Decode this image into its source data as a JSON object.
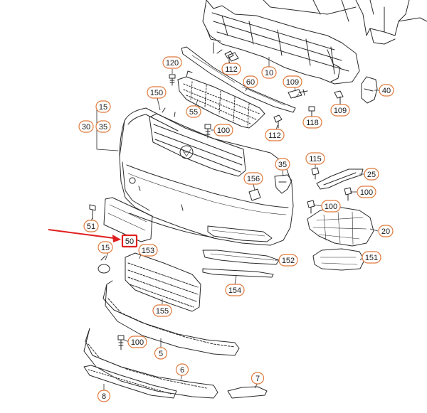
{
  "colors": {
    "callout_stroke": "#e07a3c",
    "highlight": "#e02020",
    "line": "#2a2a2a",
    "background": "#ffffff"
  },
  "parts": [
    {
      "id": "part-10",
      "label": "10"
    },
    {
      "id": "part-40",
      "label": "40"
    },
    {
      "id": "part-60",
      "label": "60"
    },
    {
      "id": "part-55",
      "label": "55"
    },
    {
      "id": "part-109a",
      "label": "109"
    },
    {
      "id": "part-109b",
      "label": "109"
    },
    {
      "id": "part-112a",
      "label": "112"
    },
    {
      "id": "part-112b",
      "label": "112"
    },
    {
      "id": "part-118",
      "label": "118"
    },
    {
      "id": "part-120",
      "label": "120"
    },
    {
      "id": "part-150",
      "label": "150"
    },
    {
      "id": "part-15a",
      "label": "15"
    },
    {
      "id": "part-30",
      "label": "30"
    },
    {
      "id": "part-35a",
      "label": "35"
    },
    {
      "id": "part-100a",
      "label": "100"
    },
    {
      "id": "part-35b",
      "label": "35"
    },
    {
      "id": "part-156",
      "label": "156"
    },
    {
      "id": "part-115",
      "label": "115"
    },
    {
      "id": "part-25",
      "label": "25"
    },
    {
      "id": "part-100b",
      "label": "100"
    },
    {
      "id": "part-100c",
      "label": "100"
    },
    {
      "id": "part-20",
      "label": "20"
    },
    {
      "id": "part-51",
      "label": "51"
    },
    {
      "id": "part-50",
      "label": "50"
    },
    {
      "id": "part-15b",
      "label": "15"
    },
    {
      "id": "part-153",
      "label": "153"
    },
    {
      "id": "part-152",
      "label": "152"
    },
    {
      "id": "part-151",
      "label": "151"
    },
    {
      "id": "part-154",
      "label": "154"
    },
    {
      "id": "part-155",
      "label": "155"
    },
    {
      "id": "part-100d",
      "label": "100"
    },
    {
      "id": "part-5",
      "label": "5"
    },
    {
      "id": "part-6",
      "label": "6"
    },
    {
      "id": "part-7",
      "label": "7"
    },
    {
      "id": "part-8",
      "label": "8"
    }
  ]
}
